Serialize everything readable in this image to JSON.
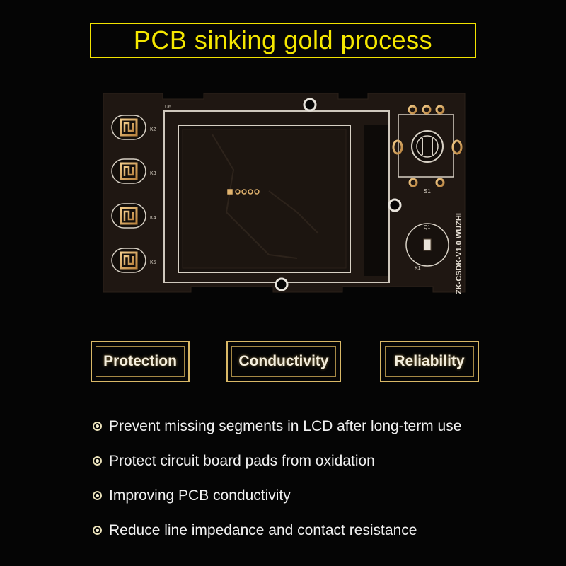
{
  "title": "PCB sinking gold process",
  "board": {
    "label_u6": "U6",
    "label_s1": "S1",
    "label_q1": "Q1",
    "label_k1": "K1",
    "side_text": "ZK-CSDK-V1.0 WUZHI",
    "touch_keys": [
      "K2",
      "K3",
      "K4",
      "K5"
    ]
  },
  "features": [
    "Protection",
    "Conductivity",
    "Reliability"
  ],
  "bullets": [
    "Prevent missing segments in LCD after long-term use",
    "Protect circuit board pads from oxidation",
    "Improving PCB conductivity",
    "Reduce line impedance and contact resistance"
  ],
  "colors": {
    "title": "#f5e700",
    "gold": "#d9b867",
    "board": "#1c1511"
  }
}
